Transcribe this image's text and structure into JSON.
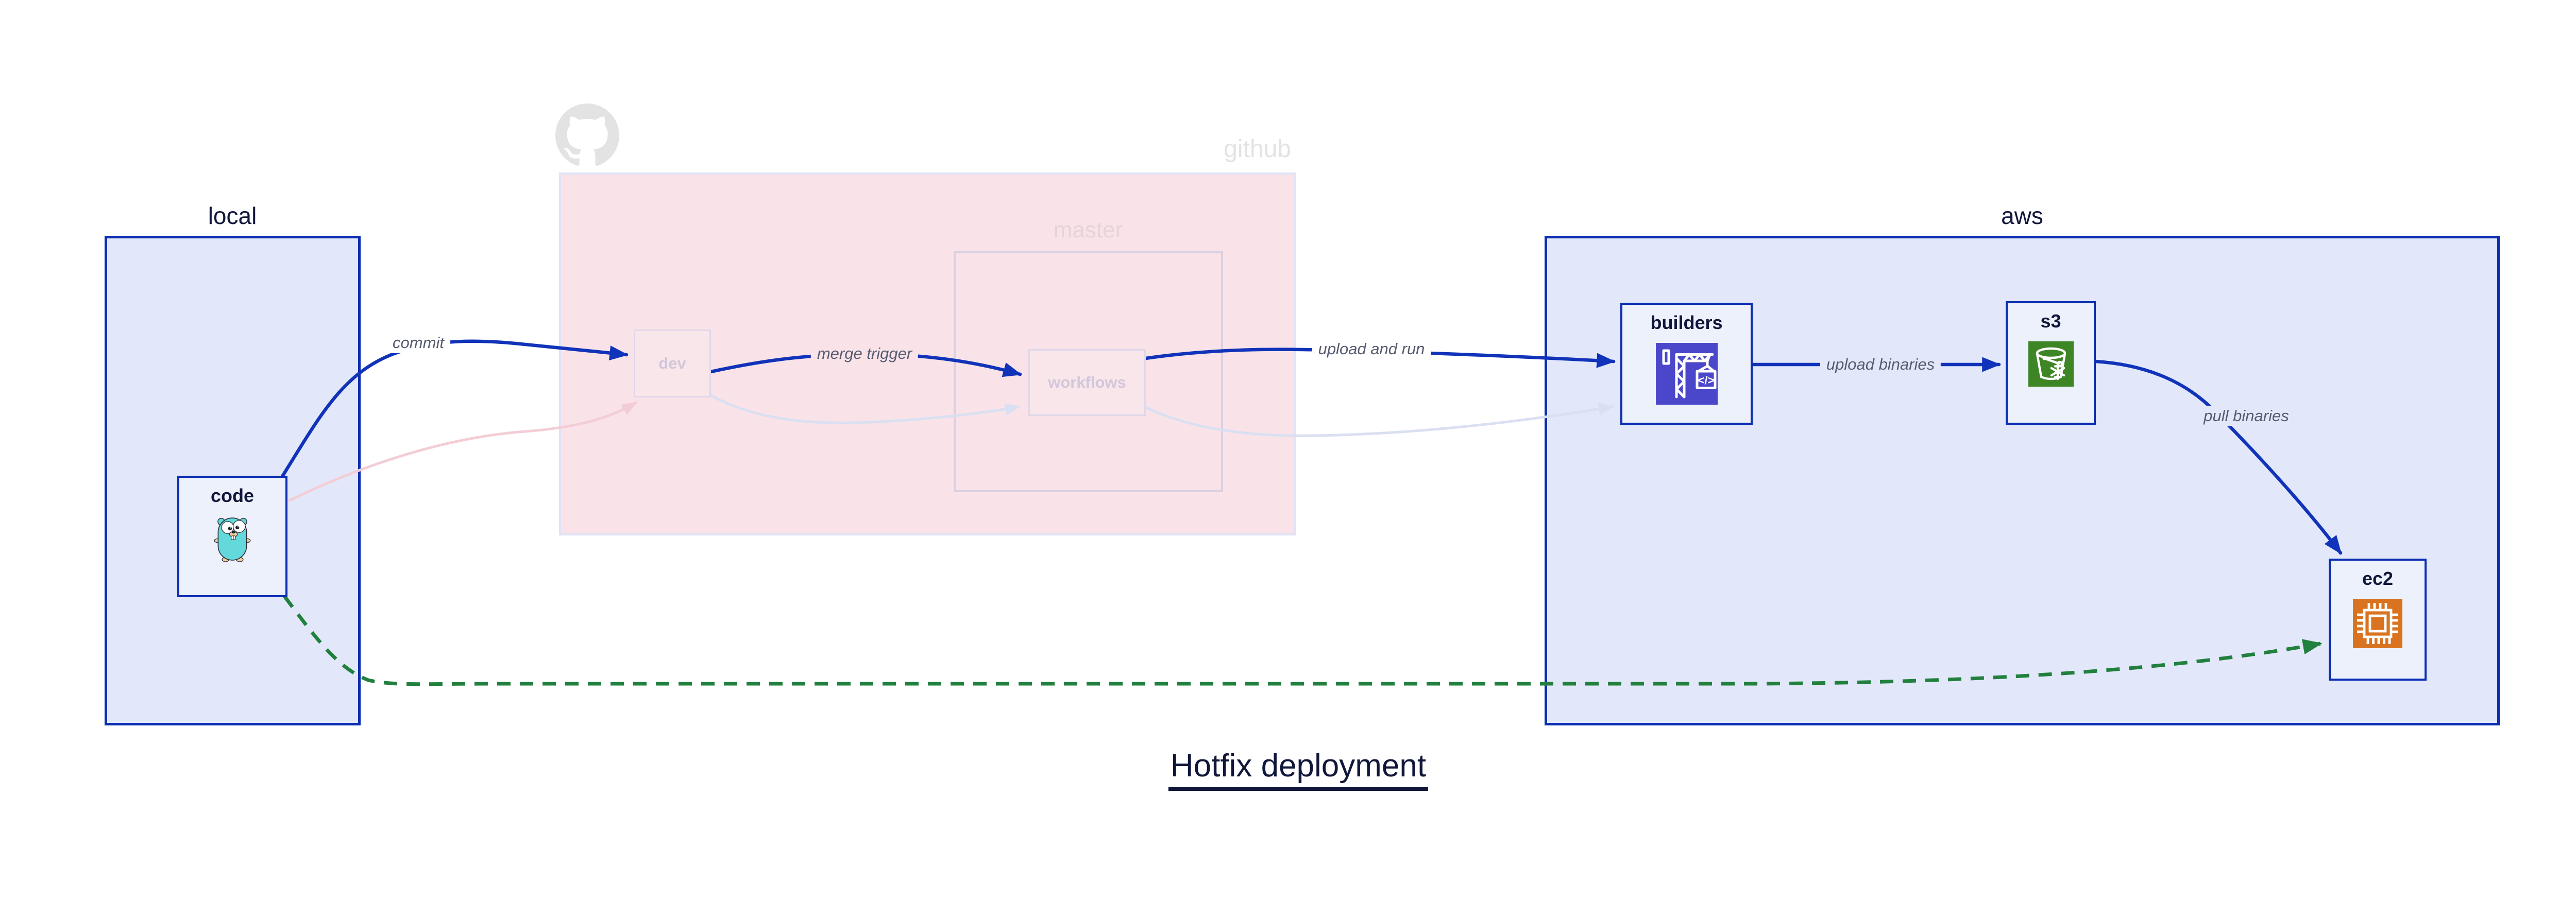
{
  "title": "Hotfix deployment",
  "containers": {
    "local": {
      "label": "local"
    },
    "github": {
      "label": "github"
    },
    "master": {
      "label": "master"
    },
    "aws": {
      "label": "aws"
    }
  },
  "nodes": {
    "code": {
      "label": "code",
      "icon": "go-gopher-icon"
    },
    "dev": {
      "label": "dev"
    },
    "workflows": {
      "label": "workflows"
    },
    "builders": {
      "label": "builders",
      "icon": "aws-codebuild-crane-icon"
    },
    "s3": {
      "label": "s3",
      "icon": "s3-glacier-bucket-icon"
    },
    "ec2": {
      "label": "ec2",
      "icon": "ec2-chip-icon"
    }
  },
  "edges": {
    "commit": {
      "label": "commit"
    },
    "merge_trigger": {
      "label": "merge trigger"
    },
    "upload_and_run": {
      "label": "upload and run"
    },
    "upload_binaries": {
      "label": "upload binaries"
    },
    "pull_binaries": {
      "label": "pull binaries"
    }
  },
  "icons": {
    "octocat": "github-octocat-icon"
  },
  "colors": {
    "accent_blue": "#1133b9",
    "border_blue": "#0c2eb2",
    "container_blue_fill": "#e2e8fa",
    "node_fill": "#edf1fb",
    "github_fill": "#f9e3e8",
    "github_border": "#dfe3f5",
    "github_label": "#e4e2e5",
    "master_border": "#dbd0df",
    "master_label": "#e5d4da",
    "faded_node_fill": "#f9e6ea",
    "faded_node_border": "#e0d7ea",
    "faded_label": "#d2c6da",
    "navy": "#11173a",
    "edge_label": "#565b70",
    "green": "#22803e",
    "pink_edge": "#f3cdd5",
    "lavender_edge": "#dadff2",
    "octocat_grey": "#e3e3e3",
    "codebuild_purple": "#4b47cb",
    "s3_green": "#3e8525",
    "ec2_orange": "#d9731f",
    "gopher_teal": "#64d9db",
    "gopher_tan": "#f3cf9f"
  }
}
